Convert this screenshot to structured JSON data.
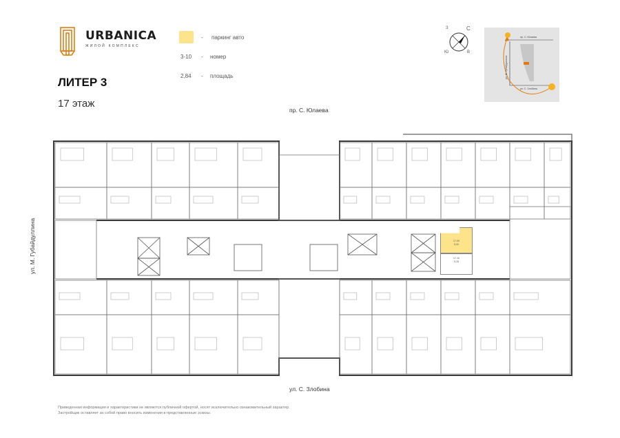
{
  "brand": {
    "name": "URBANICA",
    "subtitle": "ЖИЛОЙ КОМПЛЕКС",
    "accent": "#e07d10"
  },
  "header": {
    "title": "ЛИТЕР 3",
    "floor": "17 этаж"
  },
  "legend": {
    "items": [
      {
        "key": "",
        "dash": "-",
        "label": "паркинг авто",
        "color": "#fde38a"
      },
      {
        "key": "3-10",
        "dash": "-",
        "label": "номер"
      },
      {
        "key": "2,84",
        "dash": "-",
        "label": "площадь"
      }
    ]
  },
  "compass": {
    "letters": [
      "С",
      "В",
      "Ю",
      "З"
    ]
  },
  "minimap": {
    "top_street": "пр. С. Юлаева",
    "left_street": "ул. М. Губайдуллина",
    "bottom_street": "ул. С. Злобина",
    "sun_color": "#f5b323"
  },
  "plan": {
    "streets": {
      "top": "пр. С. Юлаева",
      "left": "ул. М. Губайдуллина",
      "bottom": "ул. С. Злобина"
    },
    "parking": [
      {
        "number": "17-09",
        "area": "5,00",
        "highlighted": true
      },
      {
        "number": "17-10",
        "area": "5,28",
        "highlighted": false
      }
    ]
  },
  "footer": {
    "line1": "Приведенная информация и характеристики не являются публичной офертой, носят исключительно ознакомительный характер.",
    "line2": "Застройщик оставляет за собой право вносить изменения в представленные эскизы."
  }
}
